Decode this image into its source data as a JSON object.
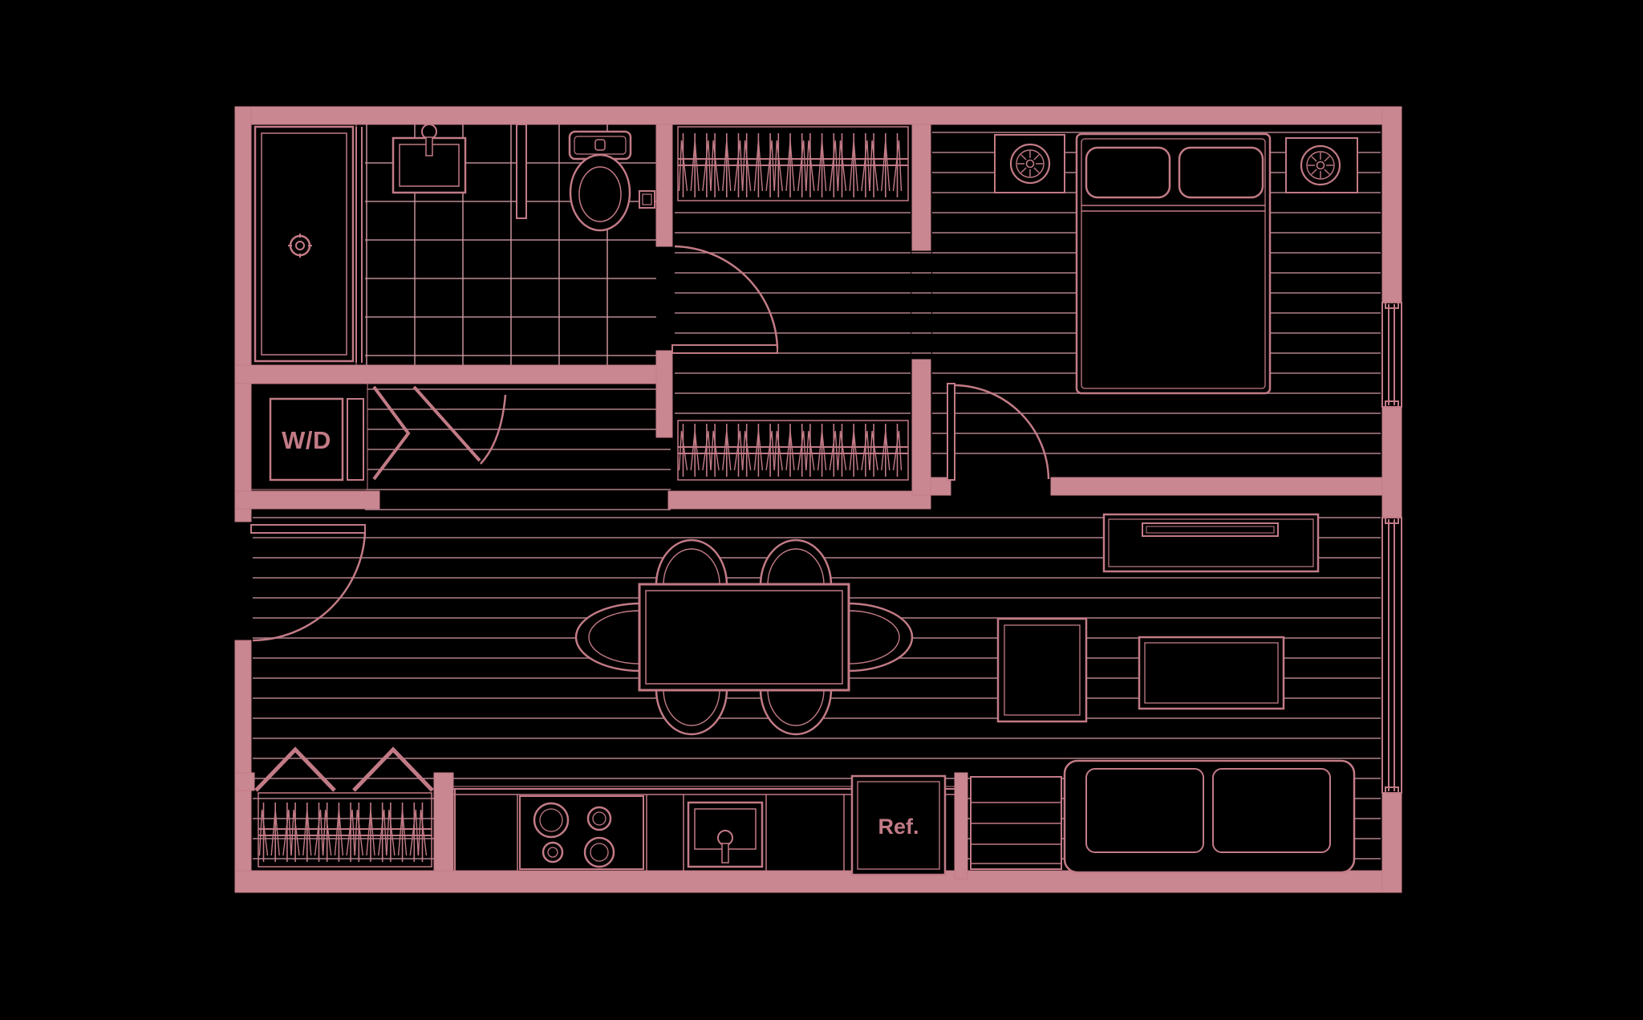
{
  "title": "one-bedroom-apartment-floor-plan",
  "labels": {
    "washer_dryer": "W/D",
    "refrigerator": "Ref."
  },
  "colors": {
    "background": "#000000",
    "wall_fill": "#c98791",
    "line": "#c27b86",
    "line_soft": "#cf98a1"
  },
  "rooms": {
    "bathroom": [
      "shower",
      "vanity-sink",
      "toilet",
      "toilet-paper-holder",
      "tile-floor"
    ],
    "hall": [
      "hall-closet-hangers",
      "secondary-closet-hangers",
      "bathroom-door",
      "bedroom-door"
    ],
    "bedroom": [
      "bed",
      "pillows",
      "ceiling-light-left",
      "ceiling-light-right",
      "window"
    ],
    "living_dining": [
      "dining-table",
      "six-chairs",
      "media-console",
      "tv",
      "end-table",
      "coffee-table",
      "sofa",
      "entry-door",
      "window"
    ],
    "kitchen": [
      "cooktop",
      "kitchen-sink",
      "refrigerator",
      "pantry-shelves",
      "entry-closet-hangers"
    ],
    "utility": [
      "washer-dryer-closet",
      "bifold-doors"
    ]
  }
}
